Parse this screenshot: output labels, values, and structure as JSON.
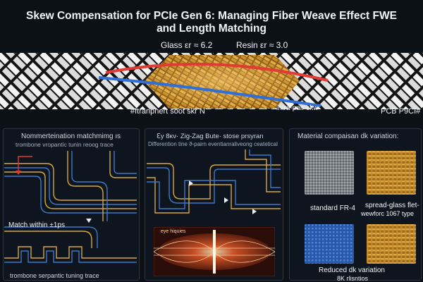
{
  "title": {
    "line1": "Skew Compensation for PCIe Gen 6: Managing Fiber Weave Effect FWE",
    "line2": "and Length Matching"
  },
  "banner": {
    "glass_label": "Glass εr ≈ 6.2",
    "resin_label": "Resin εr ≈ 3.0",
    "left_caption": "#ftranpnert soot skr N",
    "center_caption": "intra-pair skw",
    "right_caption": "PCB P9CI#"
  },
  "panel_left": {
    "title": "Nommerteination matchmimg ıs",
    "subtitle": "trombone vropantic tunin reoog trace",
    "match_note": "Match within ±1ps",
    "bottom_caption": "trombone serpantic tuning trace"
  },
  "panel_middle": {
    "title": "ℇy 8κν· Zig-Zag Bute· stose prsyran",
    "subtitle": "Differention tine ϑ-pairn eventianraliveong ceatetical",
    "eye_label": "eye hiquies"
  },
  "panel_right": {
    "title": "Material compaisan dk variation:",
    "label_a": "standard FR-4",
    "label_b": "spread-glass flet-",
    "label_b2": "wewforc 1067 type",
    "caption1": "Reduced dk variation",
    "caption2": "8K rlisntios"
  },
  "colors": {
    "background": "#0c1118",
    "trace_red": "#e23a35",
    "trace_blue": "#2f6fd6",
    "glass_gold": "#d8a43a",
    "fr4_gray": "#8d9298",
    "spread_glass": "#c9922e",
    "swatch_blue": "#2f62b8"
  }
}
